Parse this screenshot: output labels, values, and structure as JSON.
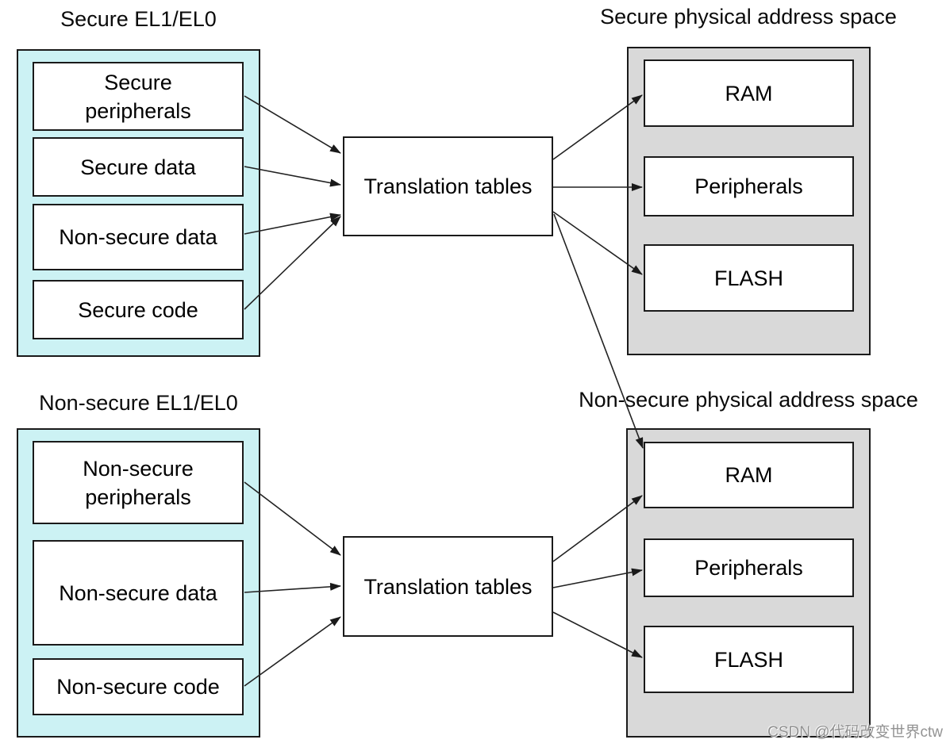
{
  "secure_world": {
    "title": "Secure EL1/EL0",
    "boxes": [
      "Secure\nperipherals",
      "Secure data",
      "Non-secure data",
      "Secure code"
    ]
  },
  "translation_tables": {
    "top_label": "Translation tables",
    "bottom_label": "Translation tables"
  },
  "secure_pas": {
    "title": "Secure physical address space",
    "boxes": [
      "RAM",
      "Peripherals",
      "FLASH"
    ]
  },
  "nonsecure_world": {
    "title": "Non-secure EL1/EL0",
    "boxes": [
      "Non-secure\nperipherals",
      "Non-secure data",
      "Non-secure code"
    ]
  },
  "nonsecure_pas": {
    "title": "Non-secure physical address space",
    "boxes": [
      "RAM",
      "Peripherals",
      "FLASH"
    ]
  },
  "watermark": "CSDN @代码改变世界ctw",
  "colors": {
    "world_fill": "#ccf2f4",
    "pas_fill": "#d9d9d9",
    "box_fill": "#ffffff",
    "border": "#1a1a1a",
    "arrow": "#222222"
  }
}
